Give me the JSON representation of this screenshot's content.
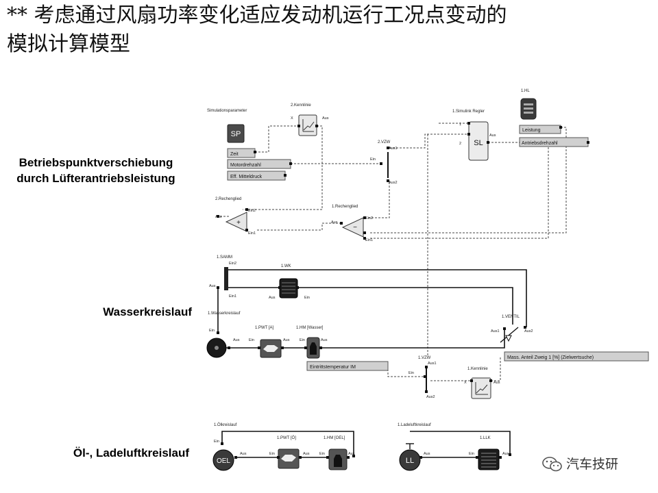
{
  "title": {
    "line1": "** 考虑通过风扇功率变化适应发动机运行工况点变动的",
    "line2": "模拟计算模型"
  },
  "sections": {
    "operating_point": [
      "Betriebspunktverschiebung",
      "durch Lüfterantriebsleistung"
    ],
    "water": "Wasserkreislauf",
    "oil_charge": "Öl-, Ladeluftkreislauf"
  },
  "diagram": {
    "sim_params": {
      "title": "Simulationsparameter",
      "icon": "SP",
      "fields": [
        "Zeit",
        "Motordrehzahl",
        "Eff. Mitteldruck"
      ]
    },
    "kennlinie2": {
      "title": "2.Kennlinie",
      "port_x": "X",
      "port_out": "Aus"
    },
    "simulink": {
      "title": "1.Simulink Regler",
      "icon": "SL",
      "port_1": "1",
      "port_2": "2",
      "port_out": "Aus"
    },
    "hl": {
      "title": "1.HL",
      "fields": [
        "Leistung",
        "Antriebsdrehzahl"
      ]
    },
    "vzw2": {
      "title": "2.VZW",
      "port_aus1": "Aus1",
      "port_aus2": "Aus2",
      "port_ein": "Ein"
    },
    "rechenglied2": {
      "title": "2.Rechenglied",
      "port_ein2": "Ein2",
      "port_ein1": "Ein1",
      "port_aus": "Aus"
    },
    "rechenglied1": {
      "title": "1.Rechenglied",
      "port_ein2": "Ein2",
      "port_ein1": "Ein1",
      "port_aus": "Aus"
    },
    "samm": {
      "title": "1.SAMM",
      "port_ein2": "Ein2",
      "port_ein1": "Ein1",
      "port_aus": "Aus"
    },
    "wk": {
      "title": "1.WK",
      "port_aus": "Aus",
      "port_ein": "Ein"
    },
    "wasserkreislauf": {
      "title": "1.Wasserkreislauf",
      "port_ein": "Ein",
      "port_aus": "Aus"
    },
    "pwt_a": {
      "title": "1.PWT [A]",
      "port_ein": "Ein",
      "port_aus": "Aus"
    },
    "hm_wasser": {
      "title": "1.HM [Wasser]",
      "port_ein": "Ein",
      "port_aus": "Aus",
      "field": "Eintrittstemperatur IM"
    },
    "ventil": {
      "title": "1.VENTIL",
      "port_aus1": "Aus1",
      "port_aus2": "Aus2",
      "field": "Mass. Anteil Zweig 1 [%] (Zielwertsuche)"
    },
    "vzw1": {
      "title": "1.VZW",
      "port_ein": "Ein",
      "port_aus1": "Aus1",
      "port_aus2": "Aus2"
    },
    "kennlinie1": {
      "title": "1.Kennlinie",
      "port_x": "X",
      "port_out": "Aus"
    },
    "oelkreislauf": {
      "title": "1.Ölkreislauf",
      "icon": "OEL",
      "port_ein": "Ein",
      "port_aus": "Aus"
    },
    "pwt_oel": {
      "title": "1.PWT [Ö]",
      "port_ein": "Ein",
      "port_aus": "Aus"
    },
    "hm_oel": {
      "title": "1.HM [OEL]",
      "port_ein": "Ein",
      "port_aus": "Aus"
    },
    "ladeluft": {
      "title": "1.Ladeluftkreislauf",
      "icon": "LL",
      "port_aus": "Aus"
    },
    "llk": {
      "title": "1.LLK",
      "port_ein": "Ein",
      "port_aus": "Aus"
    }
  },
  "watermark": {
    "text": "汽车技研",
    "icon": "wechat-icon"
  }
}
